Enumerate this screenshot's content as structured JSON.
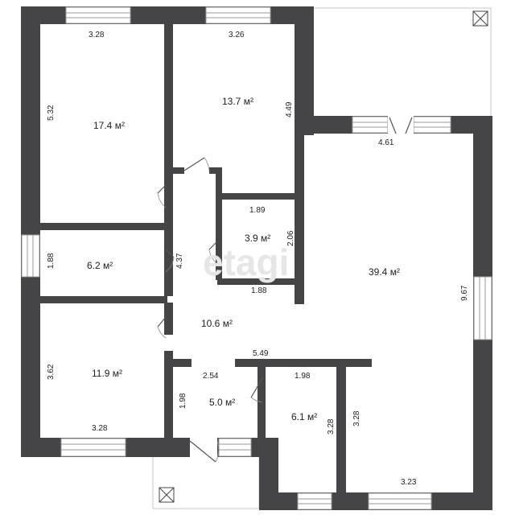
{
  "watermark": "etagi",
  "rooms": [
    {
      "id": "bedroom-top-left",
      "area": "17.4 м²"
    },
    {
      "id": "bedroom-top-middle",
      "area": "13.7 м²"
    },
    {
      "id": "small-room-left",
      "area": "6.2 м²"
    },
    {
      "id": "bathroom-center",
      "area": "3.9 м²"
    },
    {
      "id": "living-room",
      "area": "39.4 м²"
    },
    {
      "id": "hallway",
      "area": "10.6 м²"
    },
    {
      "id": "bedroom-bottom-left",
      "area": "11.9 м²"
    },
    {
      "id": "entry",
      "area": "5.0 м²"
    },
    {
      "id": "room-bottom-middle",
      "area": "6.1 м²"
    }
  ],
  "dimensions": [
    "3.28",
    "3.26",
    "5.32",
    "4.49",
    "4.61",
    "1.89",
    "2.06",
    "1.88",
    "4.37",
    "1.88",
    "9.67",
    "5.49",
    "3.62",
    "2.54",
    "1.98",
    "1.98",
    "3.28",
    "3.28",
    "3.28",
    "3.23"
  ]
}
